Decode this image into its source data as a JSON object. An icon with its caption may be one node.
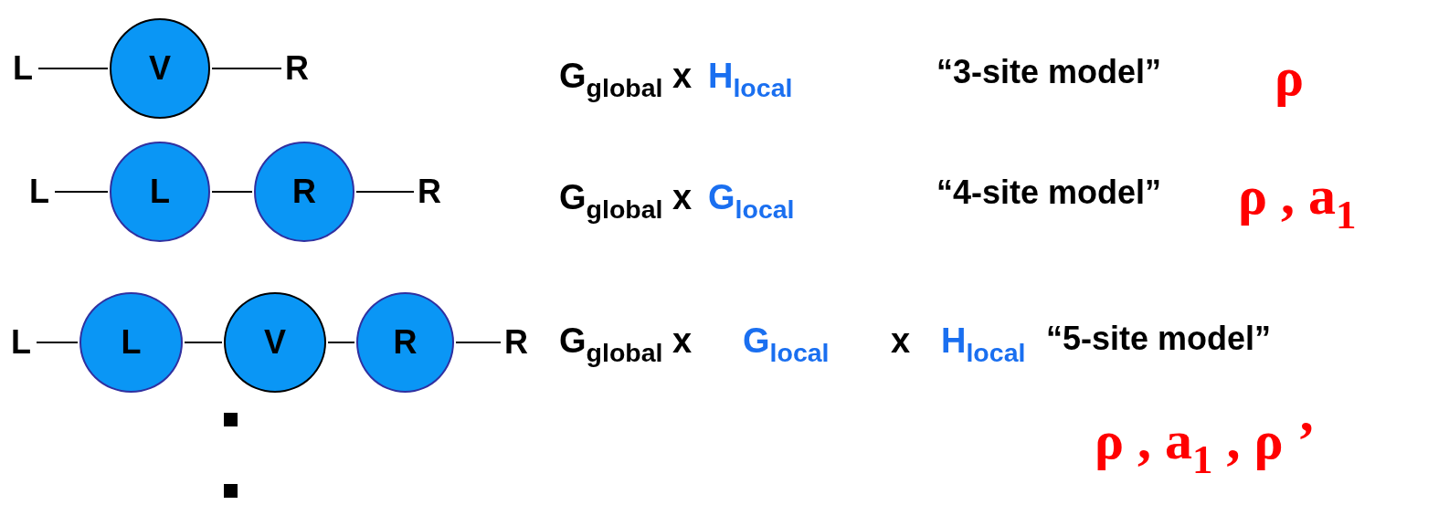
{
  "diagram": {
    "nodes": [
      {
        "text": [
          "L"
        ]
      },
      {
        "text": [
          "V"
        ]
      },
      {
        "text": [
          "R"
        ]
      },
      {
        "text": [
          "L"
        ]
      },
      {
        "text": [
          "L"
        ]
      },
      {
        "text": [
          "R"
        ]
      },
      {
        "text": [
          "R"
        ]
      },
      {
        "text": [
          "L"
        ]
      },
      {
        "text": [
          "L"
        ]
      },
      {
        "text": [
          "V"
        ]
      },
      {
        "text": [
          "R"
        ]
      },
      {
        "text": [
          "R"
        ]
      }
    ],
    "edges": [
      {
        "from": 0,
        "to": 1,
        "arrow": "none"
      },
      {
        "from": 1,
        "to": 2,
        "arrow": "none"
      },
      {
        "from": 3,
        "to": 4,
        "arrow": "none"
      },
      {
        "from": 4,
        "to": 5,
        "arrow": "none"
      },
      {
        "from": 5,
        "to": 6,
        "arrow": "none"
      },
      {
        "from": 7,
        "to": 8,
        "arrow": "none"
      },
      {
        "from": 8,
        "to": 9,
        "arrow": "none"
      },
      {
        "from": 9,
        "to": 10,
        "arrow": "none"
      },
      {
        "from": 10,
        "to": 11,
        "arrow": "none"
      }
    ],
    "labels": [
      "G$_{global}$ x",
      "H$_{local}$",
      "“3-site model”",
      "ρ",
      "G$_{global}$ x",
      "G$_{local}$",
      "“4-site model”",
      "ρ , a$_{1}$",
      "G$_{global}$ x",
      "G$_{local}$",
      "x",
      "H$_{local}$",
      "“5-site model”",
      "ρ , a$_{1}$ , ρ ’"
    ]
  }
}
